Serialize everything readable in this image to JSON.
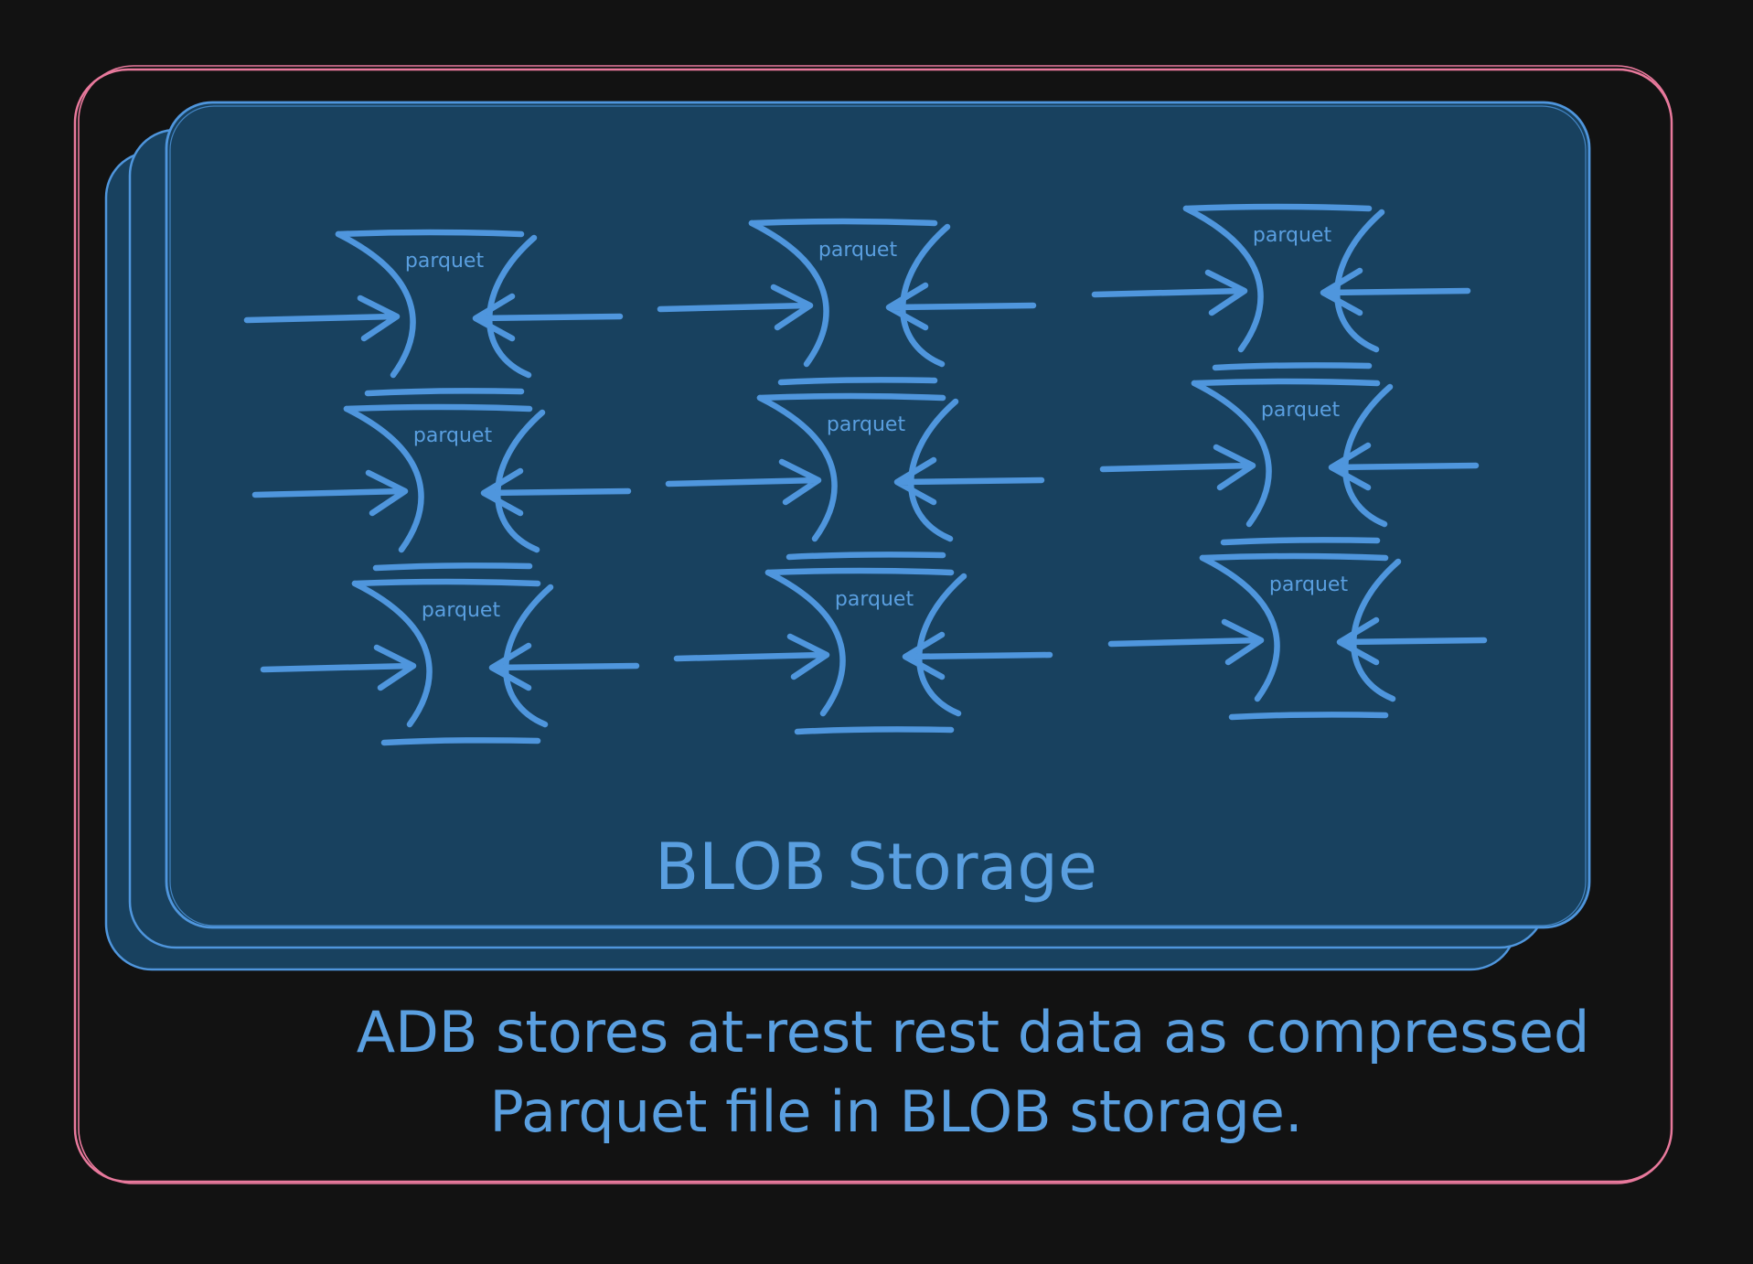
{
  "colors": {
    "background": "#121212",
    "outer_frame": "#e8799c",
    "storage_stroke": "#4f96dd",
    "storage_fill": "#18415f",
    "parquet_stroke": "#4f96dd",
    "text": "#5a9fe0"
  },
  "storage": {
    "label": "BLOB Storage"
  },
  "parquet_columns": [
    {
      "files": [
        {
          "label": "parquet"
        },
        {
          "label": "parquet"
        },
        {
          "label": "parquet"
        }
      ]
    },
    {
      "files": [
        {
          "label": "parquet"
        },
        {
          "label": "parquet"
        },
        {
          "label": "parquet"
        }
      ]
    },
    {
      "files": [
        {
          "label": "parquet"
        },
        {
          "label": "parquet"
        },
        {
          "label": "parquet"
        }
      ]
    }
  ],
  "caption": {
    "line1": "ADB stores at-rest rest data as compressed",
    "line2": "Parquet file in BLOB storage."
  }
}
